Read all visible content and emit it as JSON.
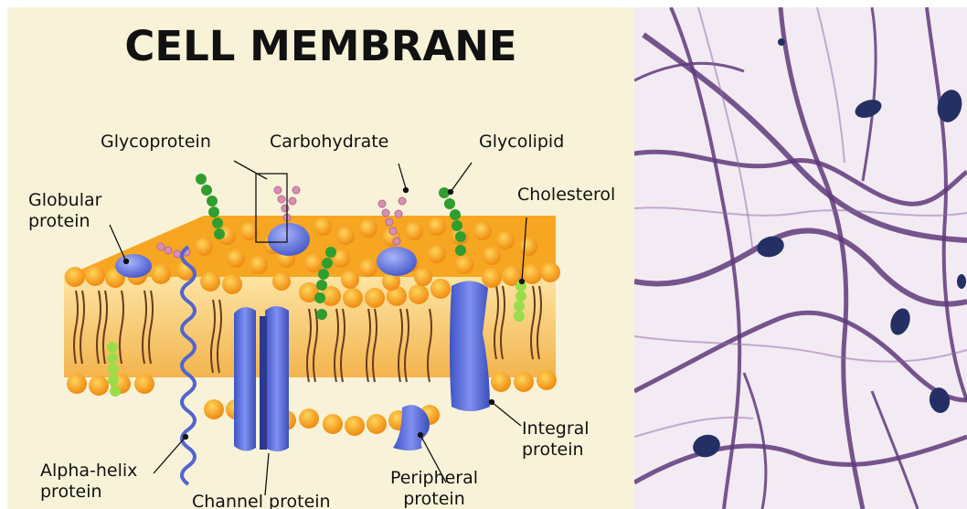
{
  "title": "CELL MEMBRANE",
  "labels": {
    "glycoprotein": "Glycoprotein",
    "carbohydrate": "Carbohydrate",
    "glycolipid": "Glycolipid",
    "cholesterol": "Cholesterol",
    "globular_protein": [
      "Globular",
      "protein"
    ],
    "alpha_helix_protein": [
      "Alpha-helix",
      "protein"
    ],
    "channel_protein": "Channel protein",
    "peripheral_protein": [
      "Peripheral",
      "protein"
    ],
    "integral_protein": [
      "Integral",
      "protein"
    ]
  },
  "colors": {
    "panel_bg": "#f8f3d8",
    "head_orange": "#f7a21b",
    "protein_blue": "#5b6fd6",
    "glycolipid_green": "#2f9e2f",
    "carbohydrate_pink": "#d78fb4",
    "micro_bg": "#f2eaf3",
    "cell_wall_purple": "#6f4a8c",
    "nucleus_navy": "#23305d"
  }
}
